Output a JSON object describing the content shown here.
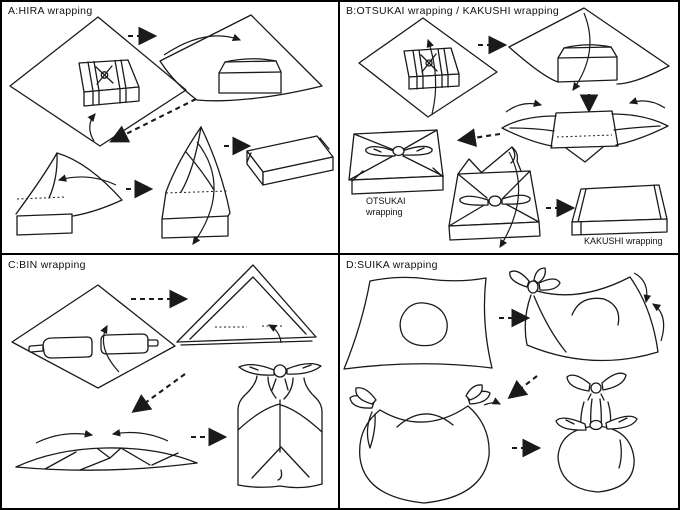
{
  "colors": {
    "line": "#1a1a1a",
    "background": "#ffffff",
    "border": "#000000"
  },
  "panels": {
    "a": {
      "title": "A:HIRA wrapping"
    },
    "b": {
      "title": "B:OTSUKAI wrapping / KAKUSHI wrapping",
      "otsukai_label": "OTSUKAI wrapping",
      "kakushi_label": "KAKUSHI wrapping"
    },
    "c": {
      "title": "C:BIN wrapping"
    },
    "d": {
      "title": "D:SUIKA wrapping"
    }
  }
}
